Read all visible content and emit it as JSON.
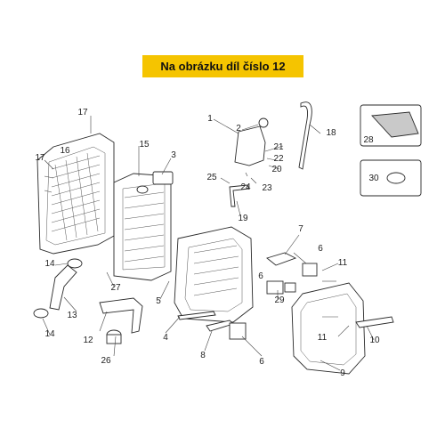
{
  "header": {
    "title": "Na obrázku díl číslo 12"
  },
  "callouts": [
    "1",
    "2",
    "3",
    "4",
    "5",
    "6",
    "6",
    "6",
    "7",
    "8",
    "9",
    "10",
    "11",
    "11",
    "12",
    "13",
    "14",
    "14",
    "15",
    "16",
    "17",
    "17",
    "18",
    "19",
    "20",
    "21",
    "22",
    "23",
    "24",
    "25",
    "26",
    "27",
    "28",
    "29",
    "30"
  ]
}
